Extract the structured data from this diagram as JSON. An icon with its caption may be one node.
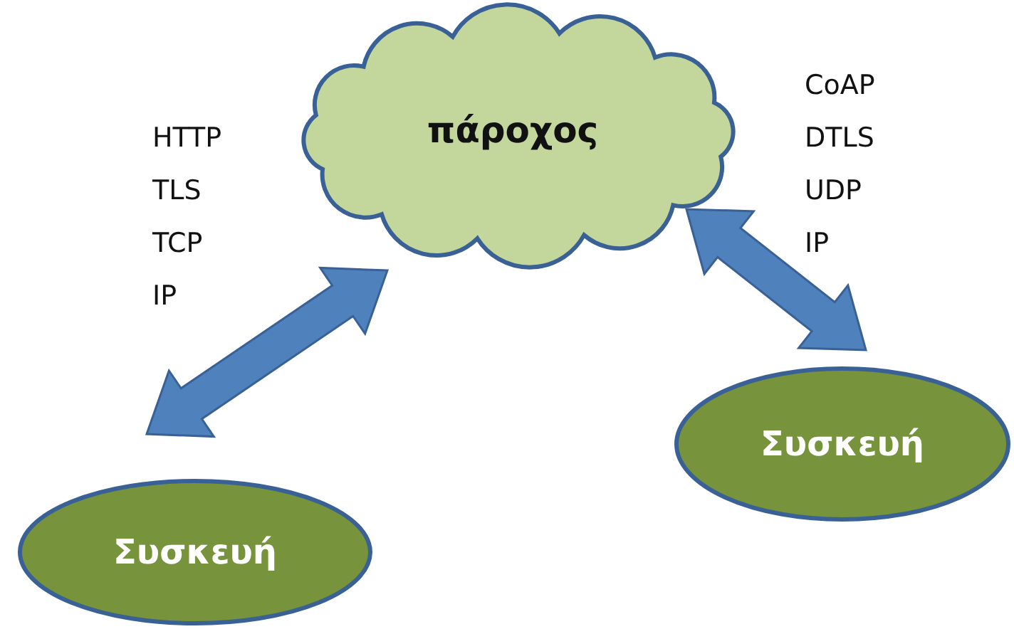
{
  "diagram": {
    "nodes": [
      {
        "text": [
          "πάροχος"
        ]
      },
      {
        "text": [
          "Συσκευή"
        ]
      },
      {
        "text": [
          "Συσκευή"
        ]
      }
    ],
    "edges": [
      {
        "from": 0,
        "to": 1,
        "arrow": "both",
        "style": "thick"
      },
      {
        "from": 0,
        "to": 2,
        "arrow": "both",
        "style": "thick"
      }
    ],
    "labels": [
      "HTTP",
      "TLS",
      "TCP",
      "IP",
      "CoAP",
      "DTLS",
      "UDP",
      "IP"
    ]
  }
}
